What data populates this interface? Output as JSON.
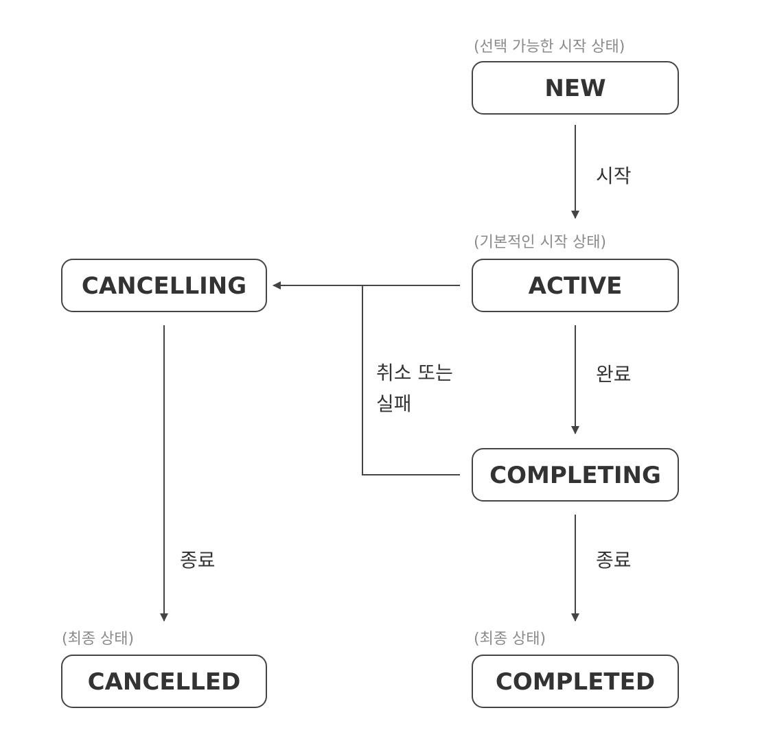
{
  "states": {
    "new": "NEW",
    "active": "ACTIVE",
    "completing": "COMPLETING",
    "completed": "COMPLETED",
    "cancelling": "CANCELLING",
    "cancelled": "CANCELLED"
  },
  "notes": {
    "new": "(선택 가능한 시작 상태)",
    "active": "(기본적인 시작 상태)",
    "completed": "(최종 상태)",
    "cancelled": "(최종 상태)"
  },
  "transitions": {
    "start": "시작",
    "complete": "완료",
    "cancel_or_fail_line1": "취소 또는",
    "cancel_or_fail_line2": "실패",
    "finish_completed": "종료",
    "finish_cancelled": "종료"
  }
}
